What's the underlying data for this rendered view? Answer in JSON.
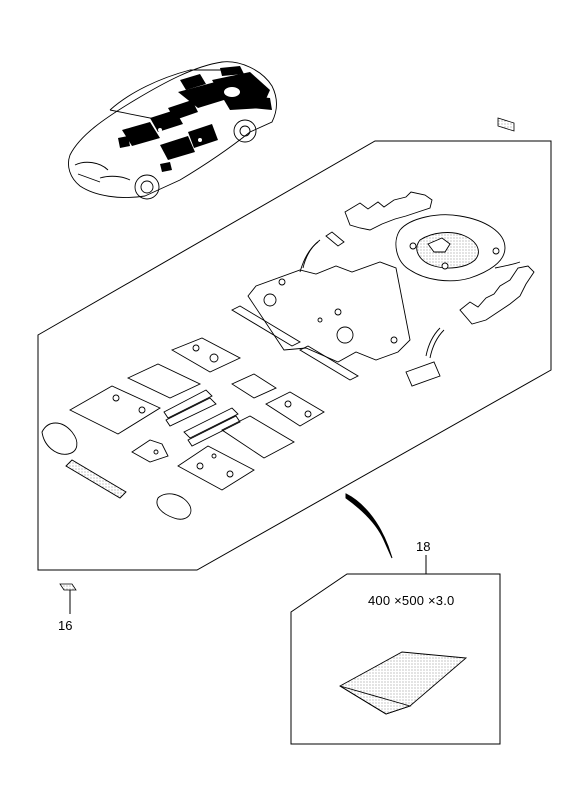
{
  "callouts": {
    "part_18": "18",
    "part_16": "16"
  },
  "pad_dimensions": "400 ×500 ×3.0",
  "colors": {
    "line": "#000000",
    "fill_light": "#e4e4e4",
    "background": "#ffffff"
  }
}
